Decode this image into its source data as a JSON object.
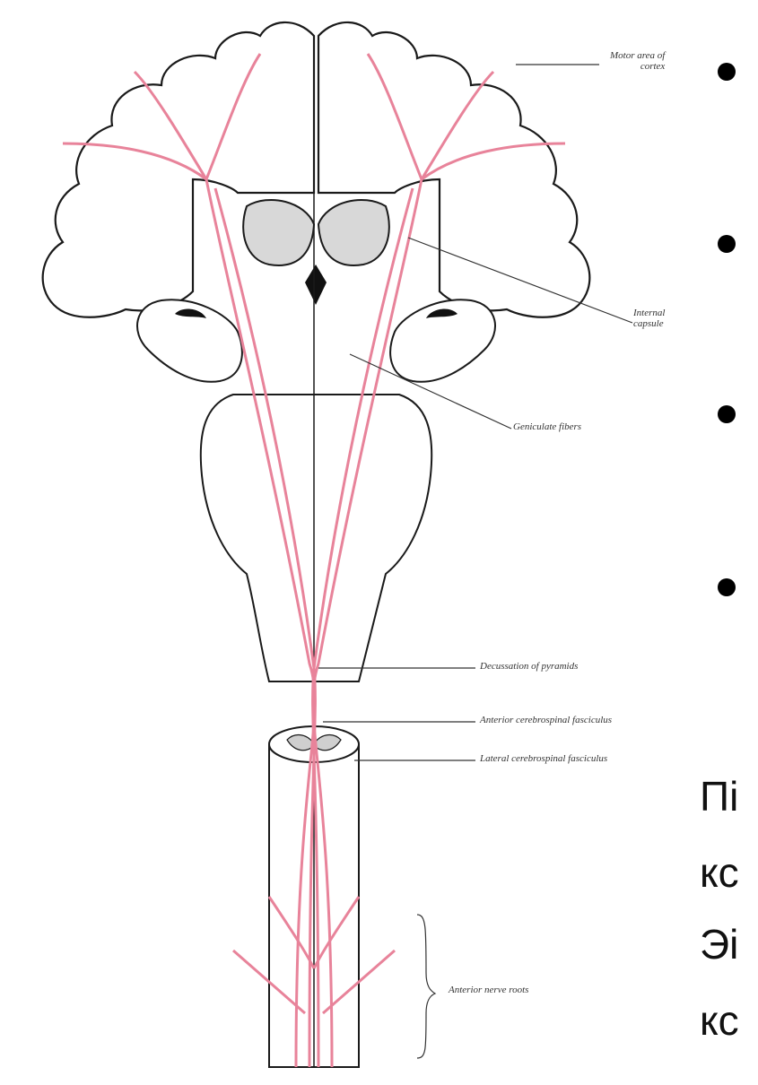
{
  "labels": {
    "motor_area": [
      "Motor area of",
      "cortex"
    ],
    "internal_capsule": [
      "Internal",
      "capsule"
    ],
    "geniculate": "Geniculate fibers",
    "decussation": "Decussation of pyramids",
    "anterior_fasc": "Anterior cerebrospinal fasciculus",
    "lateral_fasc": "Lateral cerebrospinal fasciculus",
    "nerve_roots": "Anterior nerve roots"
  },
  "slide_text": [
    "Пі",
    "кс",
    "Эі",
    "кс"
  ],
  "colors": {
    "tract": "#e8839a",
    "ink": "#1a1a1a",
    "gray": "#c8c8c8"
  }
}
